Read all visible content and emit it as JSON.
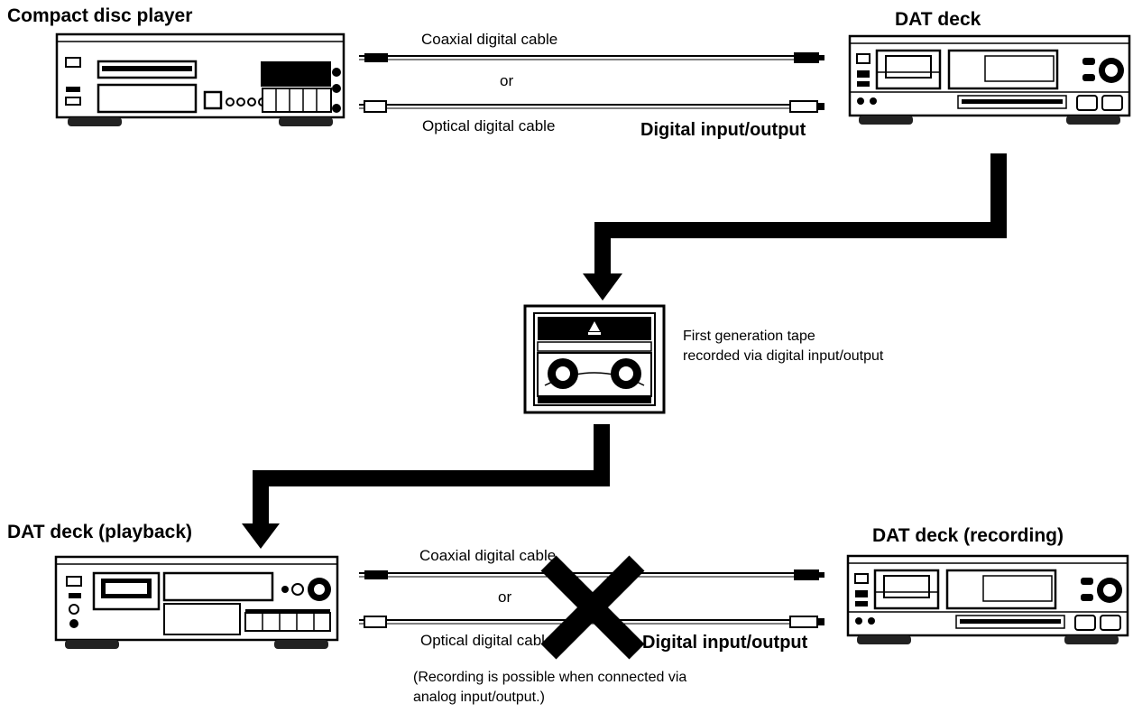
{
  "top": {
    "cd_player_title": "Compact disc player",
    "dat_deck_title": "DAT deck",
    "coaxial_label": "Coaxial digital cable",
    "or_label": "or",
    "optical_label": "Optical digital cable",
    "digital_io_label": "Digital input/output"
  },
  "tape": {
    "caption_line1": "First generation tape",
    "caption_line2": "recorded via digital input/output"
  },
  "bottom": {
    "playback_title": "DAT deck (playback)",
    "recording_title": "DAT deck (recording)",
    "coaxial_label": "Coaxial digital cable",
    "or_label": "or",
    "optical_label": "Optical digital cable",
    "digital_io_label": "Digital input/output",
    "note_line1": "(Recording is possible when connected via",
    "note_line2": "analog input/output.)"
  }
}
